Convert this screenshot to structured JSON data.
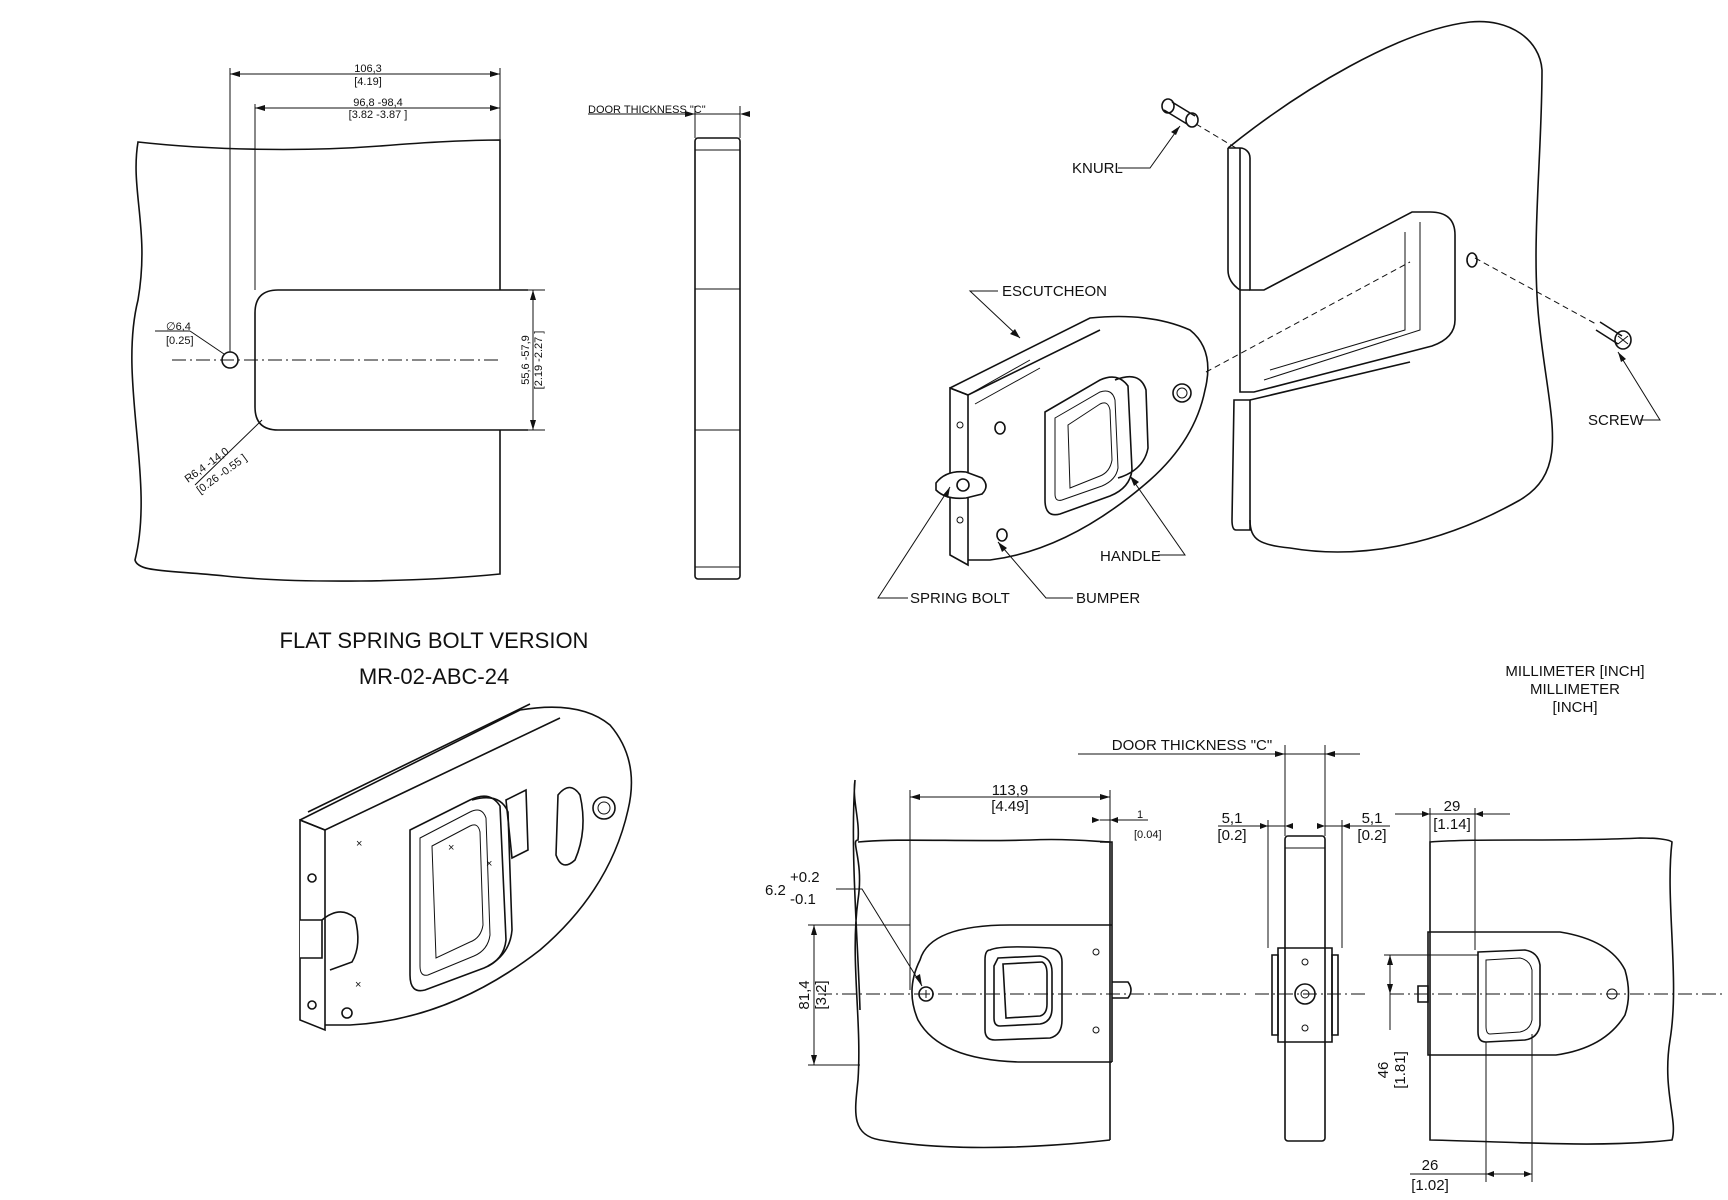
{
  "title": {
    "line1": "FLAT SPRING BOLT VERSION",
    "line2": "MR-02-ABC-24"
  },
  "units": {
    "line1": "MILLIMETER [INCH]",
    "line2": "MILLIMETER",
    "line3": "[INCH]"
  },
  "callouts": {
    "knurl": "KNURL",
    "escutcheon": "ESCUTCHEON",
    "screw": "SCREW",
    "handle": "HANDLE",
    "spring_bolt": "SPRING BOLT",
    "bumper": "BUMPER"
  },
  "cutout_view": {
    "width_mm": "106,3",
    "width_in": "[4.19]",
    "depth_mm": "96,8 -98,4",
    "depth_in": "[3.82 -3.87 ]",
    "hole_mm": "∅6,4",
    "hole_in": "[0.25]",
    "height_mm": "55,6 -57,9",
    "height_in": "[2.19 -2.27 ]",
    "radius_mm": "R6,4 -14,0",
    "radius_in": "[0.26 -0.55 ]"
  },
  "edge_view": {
    "door_thickness": "DOOR THICKNESS \"C\""
  },
  "assembly_views": {
    "door_thickness": "DOOR THICKNESS \"C\"",
    "w1_mm": "113,9",
    "w1_in": "[4.49]",
    "gap_mm": "1",
    "gap_in": "[0.04]",
    "hole_tol_base": "6.2",
    "hole_tol_plus": "+0.2",
    "hole_tol_minus": "-0.1",
    "height_mm": "81,4",
    "height_in": "[3.2]",
    "left_offset_mm": "5,1",
    "left_offset_in": "[0.2]",
    "right_offset_mm": "5,1",
    "right_offset_in": "[0.2]",
    "inner_w_mm": "29",
    "inner_w_in": "[1.14]",
    "inner_h_mm": "46",
    "inner_h_in": "[1.81]",
    "pocket_mm": "26",
    "pocket_in": "[1.02]"
  }
}
